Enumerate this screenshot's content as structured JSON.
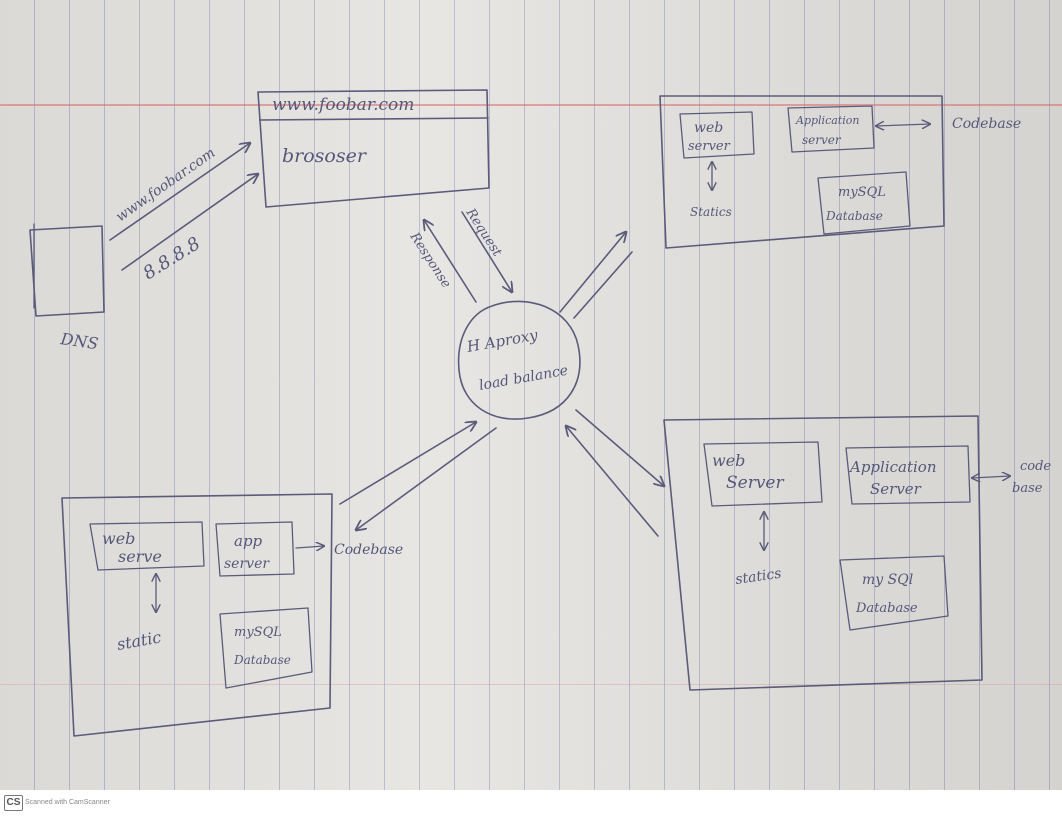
{
  "browser": {
    "url": "www.foobar.com",
    "label": "brososer"
  },
  "dns": {
    "label": "DNS",
    "query": "www.foobar.com",
    "ip": "8.8.8.8"
  },
  "load_balancer": {
    "line1": "H Aproxy",
    "line2": "load balance"
  },
  "arrows": {
    "request": "Request",
    "response": "Response"
  },
  "server_top": {
    "web": [
      "web",
      "server"
    ],
    "app": [
      "Application",
      "server"
    ],
    "codebase": "Codebase",
    "statics": "Statics",
    "db": [
      "mySQL",
      "Database"
    ]
  },
  "server_bottom_right": {
    "web": [
      "web",
      "Server"
    ],
    "app": [
      "Application",
      "Server"
    ],
    "codebase": [
      "code",
      "base"
    ],
    "statics": "statics",
    "db": [
      "my SQl",
      "Database"
    ]
  },
  "server_bottom_left": {
    "web": [
      "web",
      "serve"
    ],
    "app": [
      "app",
      "server"
    ],
    "codebase": "Codebase",
    "statics": "static",
    "db": [
      "mySQL",
      "Database"
    ]
  },
  "footer": {
    "logo": "CS",
    "text": "Scanned with CamScanner"
  }
}
